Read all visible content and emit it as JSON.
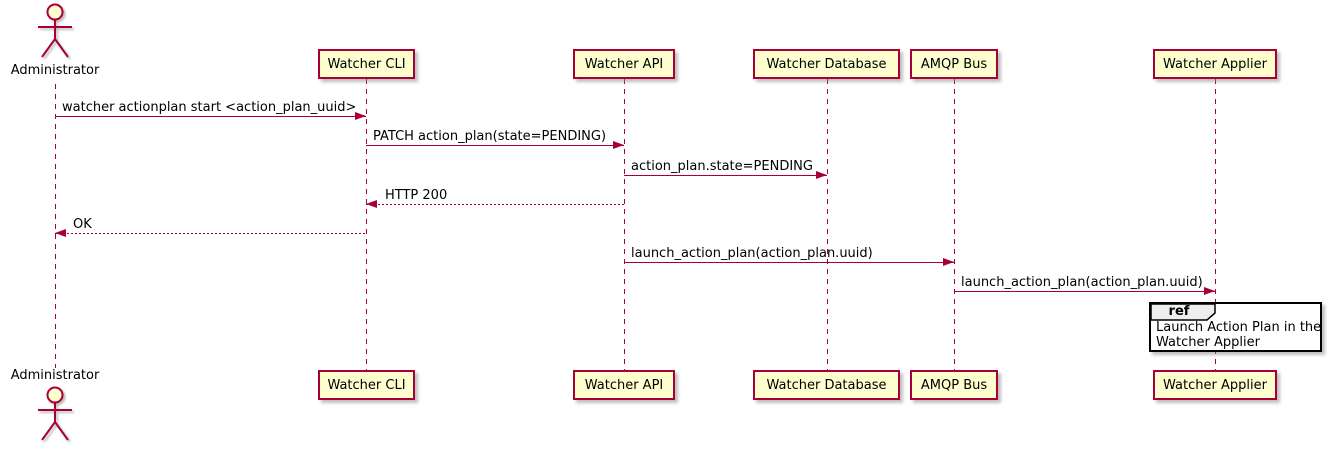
{
  "diagram": {
    "type": "uml-sequence-diagram",
    "colors": {
      "accent": "#A80036",
      "box_fill": "#FEFECE",
      "ref_header_fill": "#EEEEEE",
      "ref_border": "#000000",
      "background": "#FFFFFF",
      "text": "#000000"
    },
    "actor": {
      "name": "Administrator"
    },
    "participants": [
      {
        "name": "Watcher CLI"
      },
      {
        "name": "Watcher API"
      },
      {
        "name": "Watcher Database"
      },
      {
        "name": "AMQP Bus"
      },
      {
        "name": "Watcher Applier"
      }
    ],
    "messages": [
      {
        "from": "Administrator",
        "to": "Watcher CLI",
        "label": "watcher actionplan start <action_plan_uuid>",
        "line": "solid",
        "direction": "right"
      },
      {
        "from": "Watcher CLI",
        "to": "Watcher API",
        "label": "PATCH action_plan(state=PENDING)",
        "line": "solid",
        "direction": "right"
      },
      {
        "from": "Watcher API",
        "to": "Watcher Database",
        "label": "action_plan.state=PENDING",
        "line": "solid",
        "direction": "right"
      },
      {
        "from": "Watcher API",
        "to": "Watcher CLI",
        "label": "HTTP 200",
        "line": "dotted",
        "direction": "left"
      },
      {
        "from": "Watcher CLI",
        "to": "Administrator",
        "label": "OK",
        "line": "dotted",
        "direction": "left"
      },
      {
        "from": "Watcher API",
        "to": "AMQP Bus",
        "label": "launch_action_plan(action_plan.uuid)",
        "line": "solid",
        "direction": "right"
      },
      {
        "from": "AMQP Bus",
        "to": "Watcher Applier",
        "label": "launch_action_plan(action_plan.uuid)",
        "line": "solid",
        "direction": "right"
      }
    ],
    "ref_fragment": {
      "keyword": "ref",
      "lines": [
        "Launch Action Plan in the",
        "Watcher Applier"
      ],
      "anchored_to": "Watcher Applier"
    }
  }
}
